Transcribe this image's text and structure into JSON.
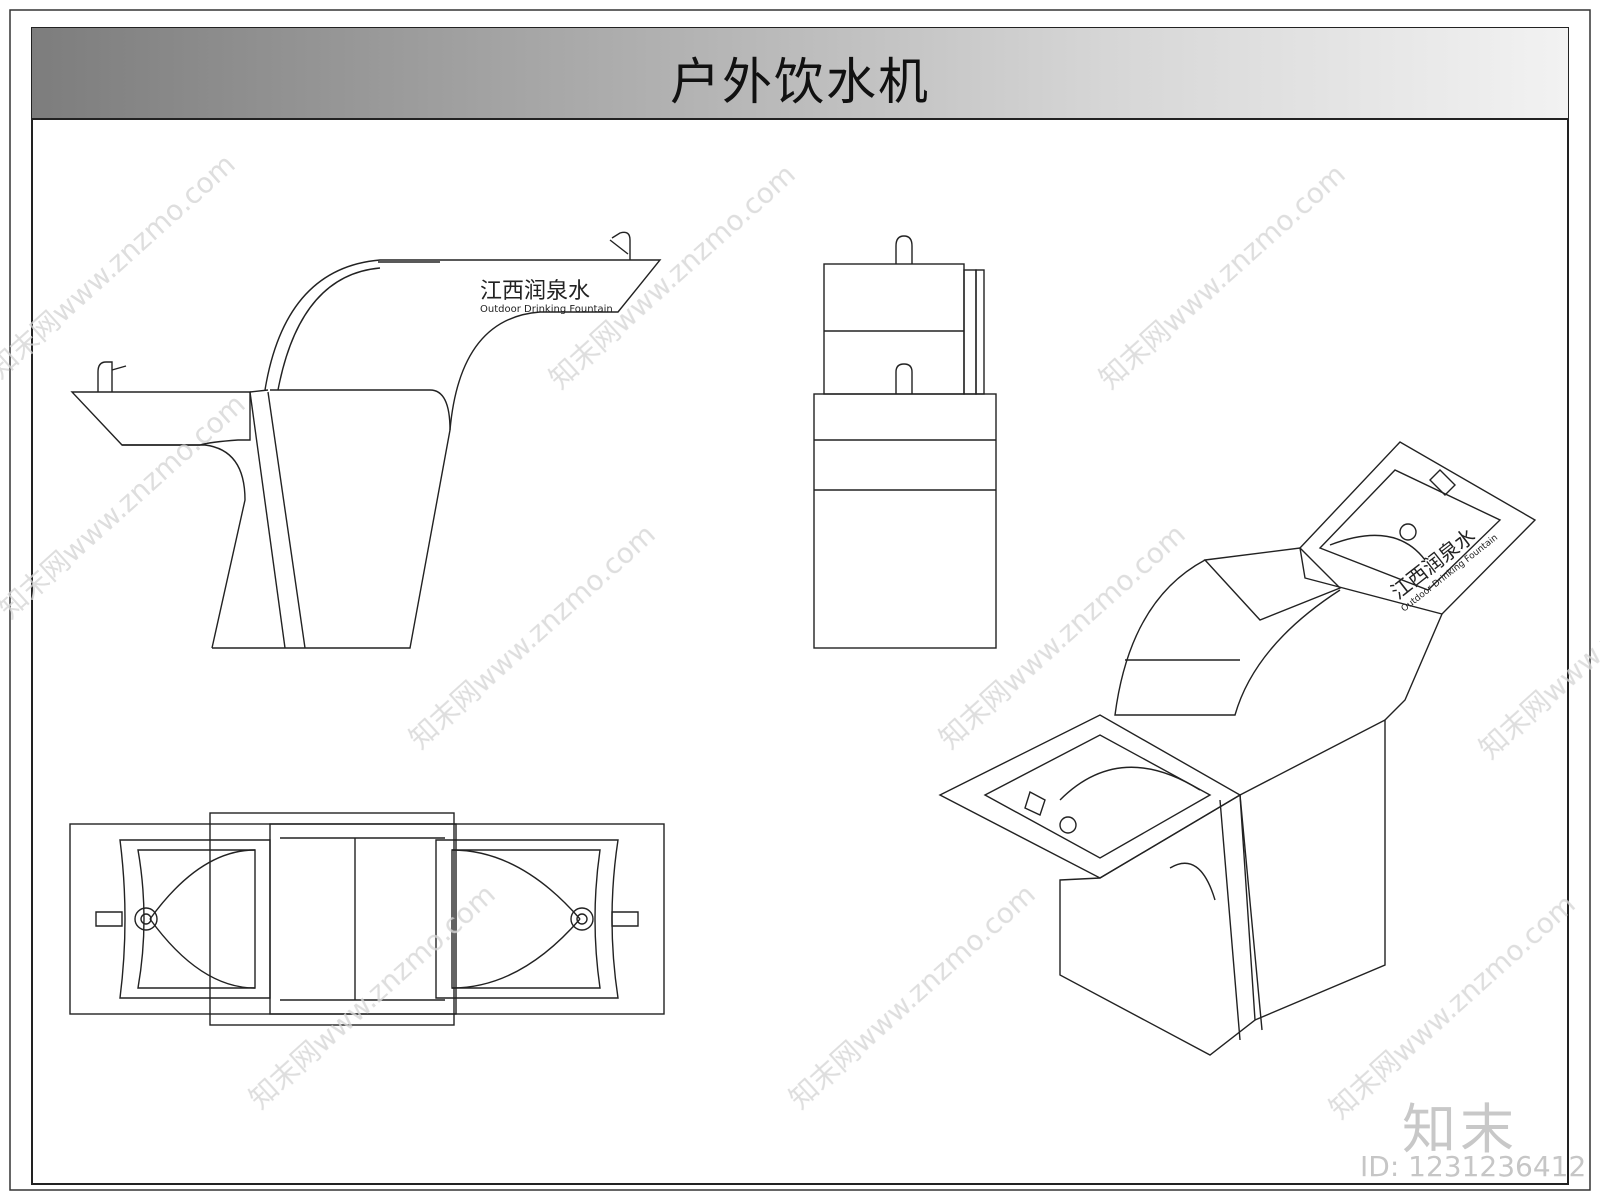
{
  "sheet": {
    "title": "户外饮水机"
  },
  "brand": {
    "name_cn": "江西润泉水",
    "name_en": "Outdoor Drinking Fountain"
  },
  "watermark": {
    "text": "知末网www.znzmo.com",
    "logo": "知末",
    "id": "ID: 1231236412"
  },
  "colors": {
    "line": "#222222",
    "title_bar_dark": "#7d7d7d",
    "title_bar_light": "#f2f2f2",
    "watermark": "#d0d0d0"
  }
}
